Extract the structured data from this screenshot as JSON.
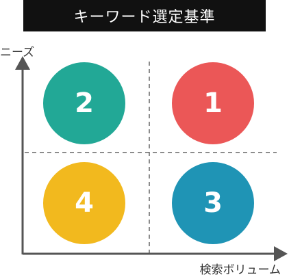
{
  "title": "キーワード選定基準",
  "axes": {
    "y_label": "ニーズ",
    "x_label": "検索ボリューム"
  },
  "quadrants": [
    {
      "position": "top-left",
      "label": "2",
      "color": "#22a896"
    },
    {
      "position": "top-right",
      "label": "1",
      "color": "#eb5757"
    },
    {
      "position": "bottom-left",
      "label": "4",
      "color": "#f2b91e"
    },
    {
      "position": "bottom-right",
      "label": "3",
      "color": "#1f94b5"
    }
  ],
  "colors": {
    "axis": "#555555",
    "divider": "#666666",
    "title_background": "#111111"
  }
}
